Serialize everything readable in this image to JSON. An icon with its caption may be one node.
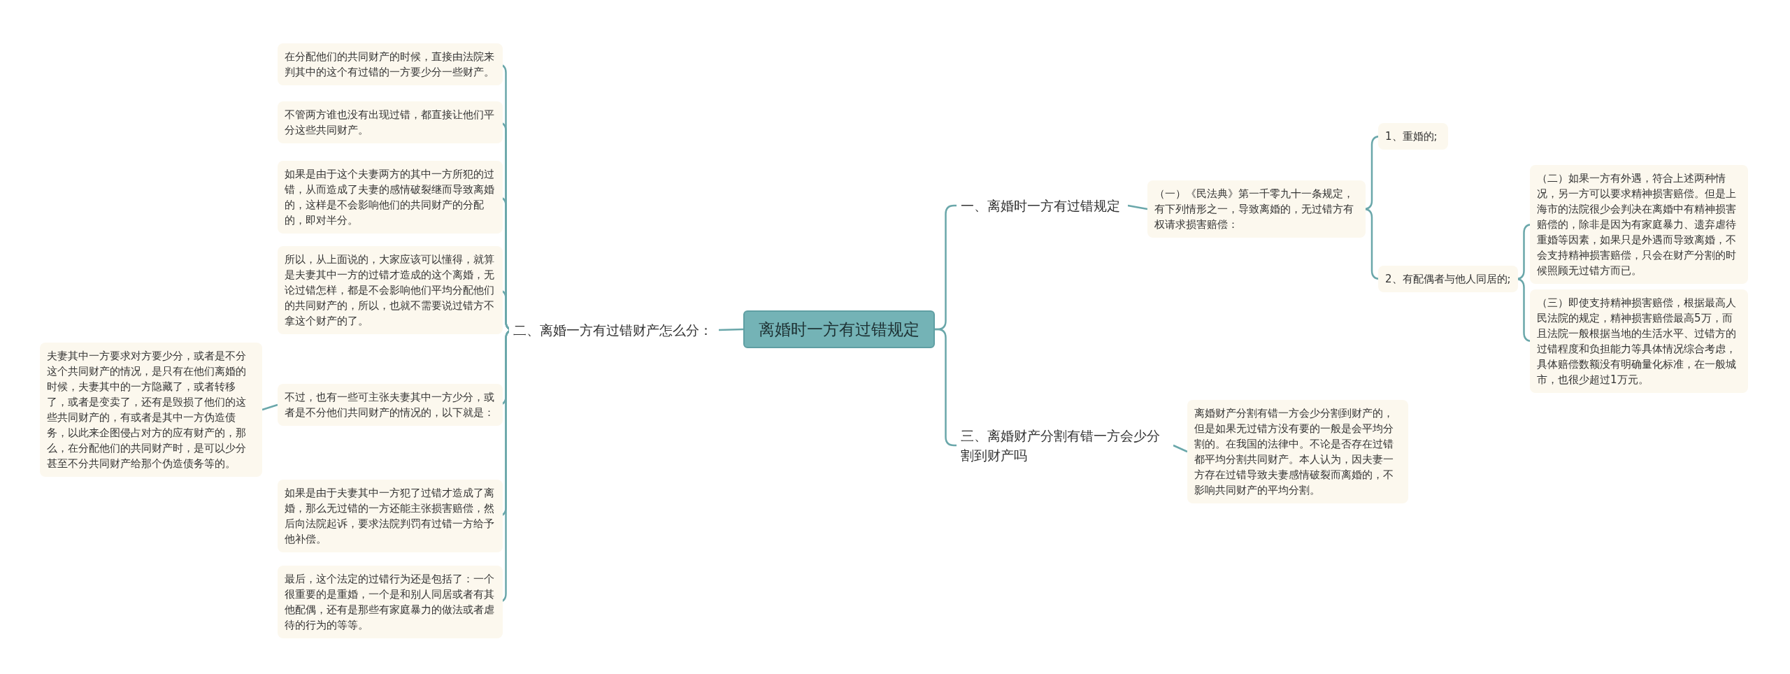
{
  "diagram": {
    "nodes": [
      {
        "text": [
          "离婚时一方有过错规定"
        ]
      },
      {
        "text": [
          "一、离婚时一方有过错规定"
        ]
      },
      {
        "text": [
          "（一）《民法典》第一千零九十一条规定，有下列情形之一，导致离婚的，无过错方有权请求损害赔偿："
        ]
      },
      {
        "text": [
          "1、重婚的;"
        ]
      },
      {
        "text": [
          "2、有配偶者与他人同居的;"
        ]
      },
      {
        "text": [
          "（二）如果一方有外遇，符合上述两种情况，另一方可以要求精神损害赔偿。但是上海市的法院很少会判决在离婚中有精神损害赔偿的，除非是因为有家庭暴力、遗弃虐待重婚等因素，如果只是外遇而导致离婚，不会支持精神损害赔偿，只会在财产分割的时候照顾无过错方而已。"
        ]
      },
      {
        "text": [
          "（三）即使支持精神损害赔偿，根据最高人民法院的规定，精神损害赔偿最高5万，而且法院一般根据当地的生活水平、过错方的过错程度和负担能力等具体情况综合考虑，具体赔偿数额没有明确量化标准，在一般城市，也很少超过1万元。"
        ]
      },
      {
        "text": [
          "三、离婚财产分割有错一方会少分割到财产吗"
        ]
      },
      {
        "text": [
          "离婚财产分割有错一方会少分割到财产的，但是如果无过错方没有要的一般是会平均分割的。在我国的法律中。不论是否存在过错都平均分割共同财产。本人认为，因夫妻一方存在过错导致夫妻感情破裂而离婚的，不影响共同财产的平均分割。"
        ]
      },
      {
        "text": [
          "二、离婚一方有过错财产怎么分："
        ]
      },
      {
        "text": [
          "在分配他们的共同财产的时候，直接由法院来判其中的这个有过错的一方要少分一些财产。"
        ]
      },
      {
        "text": [
          "不管两方谁也没有出现过错，都直接让他们平分这些共同财产。"
        ]
      },
      {
        "text": [
          "如果是由于这个夫妻两方的其中一方所犯的过错，从而造成了夫妻的感情破裂继而导致离婚的，这样是不会影响他们的共同财产的分配的，即对半分。"
        ]
      },
      {
        "text": [
          "所以，从上面说的，大家应该可以懂得，就算是夫妻其中一方的过错才造成的这个离婚，无论过错怎样，都是不会影响他们平均分配他们的共同财产的，所以，也就不需要说过错方不拿这个财产的了。"
        ]
      },
      {
        "text": [
          "不过，也有一些可主张夫妻其中一方少分，或者是不分他们共同财产的情况的，以下就是："
        ]
      },
      {
        "text": [
          "夫妻其中一方要求对方要少分，或者是不分这个共同财产的情况，是只有在他们离婚的时候，夫妻其中的一方隐藏了，或者转移了，或者是变卖了，还有是毁损了他们的这些共同财产的，有或者是其中一方伪造债务，以此来企图侵占对方的应有财产的，那么，在分配他们的共同财产时，是可以少分甚至不分共同财产给那个伪造债务等的。"
        ]
      },
      {
        "text": [
          "如果是由于夫妻其中一方犯了过错才造成了离婚，那么无过错的一方还能主张损害赔偿，然后向法院起诉，要求法院判罚有过错一方给予他补偿。"
        ]
      },
      {
        "text": [
          "最后，这个法定的过错行为还是包括了：一个很重要的是重婚，一个是和别人同居或者有其他配偶，还有是那些有家庭暴力的做法或者虐待的行为的等等。"
        ]
      }
    ],
    "edges": [
      {
        "from": 0,
        "to": 1,
        "arrow": "none"
      },
      {
        "from": 1,
        "to": 2,
        "arrow": "none"
      },
      {
        "from": 2,
        "to": 3,
        "arrow": "none"
      },
      {
        "from": 2,
        "to": 4,
        "arrow": "none"
      },
      {
        "from": 4,
        "to": 5,
        "arrow": "none"
      },
      {
        "from": 4,
        "to": 6,
        "arrow": "none"
      },
      {
        "from": 0,
        "to": 7,
        "arrow": "none"
      },
      {
        "from": 7,
        "to": 8,
        "arrow": "none"
      },
      {
        "from": 0,
        "to": 9,
        "arrow": "none"
      },
      {
        "from": 9,
        "to": 10,
        "arrow": "none"
      },
      {
        "from": 9,
        "to": 11,
        "arrow": "none"
      },
      {
        "from": 9,
        "to": 12,
        "arrow": "none"
      },
      {
        "from": 9,
        "to": 13,
        "arrow": "none"
      },
      {
        "from": 9,
        "to": 14,
        "arrow": "none"
      },
      {
        "from": 14,
        "to": 15,
        "arrow": "none"
      },
      {
        "from": 9,
        "to": 16,
        "arrow": "none"
      },
      {
        "from": 9,
        "to": 17,
        "arrow": "none"
      }
    ]
  }
}
